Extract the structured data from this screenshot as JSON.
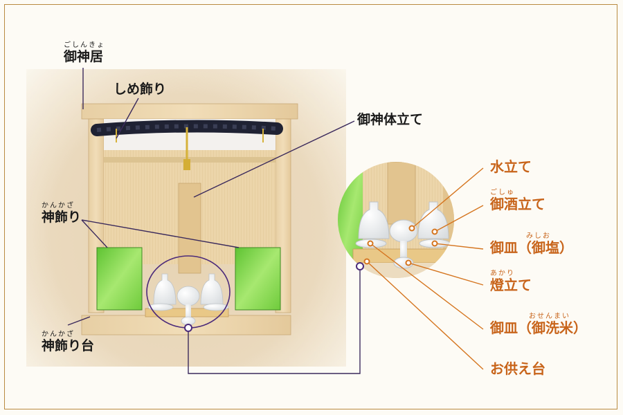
{
  "labels": {
    "goshinkyo": {
      "text": "御神居",
      "ruby": "ごしんきょ"
    },
    "shimekazari": {
      "text": "しめ飾り"
    },
    "goshintaitate": {
      "text": "御神体立て"
    },
    "kankazari": {
      "text": "神飾り",
      "ruby": "かんかざ"
    },
    "kankazaridai": {
      "text": "神飾り台",
      "ruby": "かんかざ"
    },
    "mizutate": {
      "text": "水立て"
    },
    "goshutate": {
      "text": "御酒立て",
      "ruby": "ごしゅ"
    },
    "gosara_shio": {
      "text": "御皿（御塩）",
      "ruby": "みしお"
    },
    "akaritate": {
      "text": "燈立て",
      "ruby": "あかり"
    },
    "gosara_senmai": {
      "text": "御皿（御洗米）",
      "ruby": "おせんまい"
    },
    "osonaedai": {
      "text": "お供え台"
    }
  },
  "colors": {
    "dark_line": "#3b2a5c",
    "orange_line": "#d5751f",
    "accent_green": "#7fd24a",
    "wood": "#e9d2a8"
  }
}
